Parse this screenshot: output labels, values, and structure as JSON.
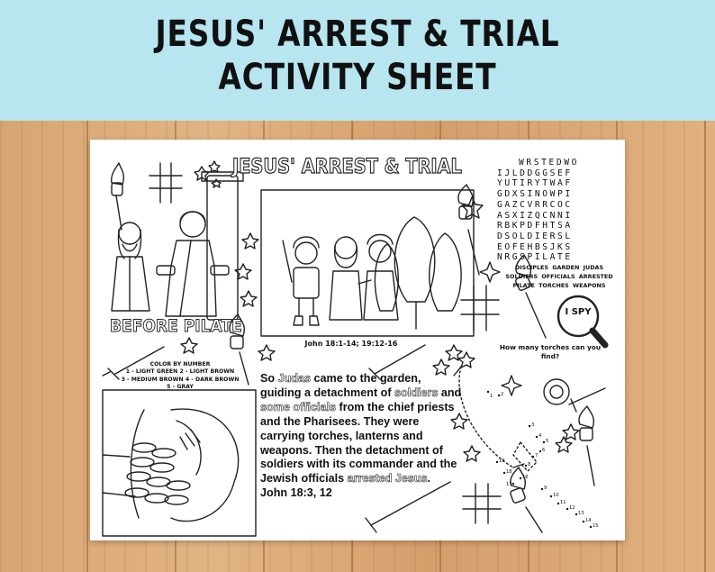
{
  "banner": {
    "line1": "JESUS' ARREST & TRIAL",
    "line2": "ACTIVITY SHEET"
  },
  "sheet": {
    "title": "JESUS' ARREST & TRIAL",
    "section_before_pilate": "BEFORE PILATE",
    "scene_reference": "John 18:1-14; 19:12-16",
    "color_by_number": {
      "heading": "COLOR BY NUMBER",
      "line1": "1 - LIGHT GREEN  2 - LIGHT BROWN",
      "line2": "3 - MEDIUM BROWN  4 - DARK BROWN",
      "line3": "5 - GRAY"
    },
    "passage": {
      "p1": "So ",
      "judas": "Judas",
      "p2": " came to the garden, guiding a detachment of ",
      "soldiers": "soldiers",
      "p3": " and ",
      "officials": "some officials",
      "p4": " from the chief priests and the Pharisees. They were carrying torches, lanterns and weapons. Then the detachment of soldiers with its commander and the Jewish officials ",
      "arrested": "arrested Jesus",
      "p5": ".",
      "reference": "John 18:3, 12"
    },
    "word_search": {
      "rows": [
        "WRSTEDWO",
        "IJLDDGGSEF",
        "YUTIRYTWAF",
        "GDXSINOWPI",
        "GAZCVRRCOC",
        "ASXIZQCNNI",
        "RBKPDFHTSA",
        "DSOLDIERSL",
        "EOFEHBSJKS",
        "NRGSPILATE"
      ],
      "words": [
        "DISCIPLES",
        "GARDEN",
        "JUDAS",
        "SOLDIERS",
        "OFFICIALS",
        "ARRESTED",
        "PILATE",
        "TORCHES",
        "WEAPONS"
      ]
    },
    "i_spy": {
      "label": "I SPY",
      "question": "How many torches can you find?"
    },
    "dot_numbers": [
      "1",
      "2",
      "3",
      "4",
      "5",
      "6",
      "7",
      "8",
      "9",
      "10",
      "11",
      "12",
      "13",
      "14",
      "15",
      "16",
      "17",
      "18",
      "19"
    ]
  }
}
